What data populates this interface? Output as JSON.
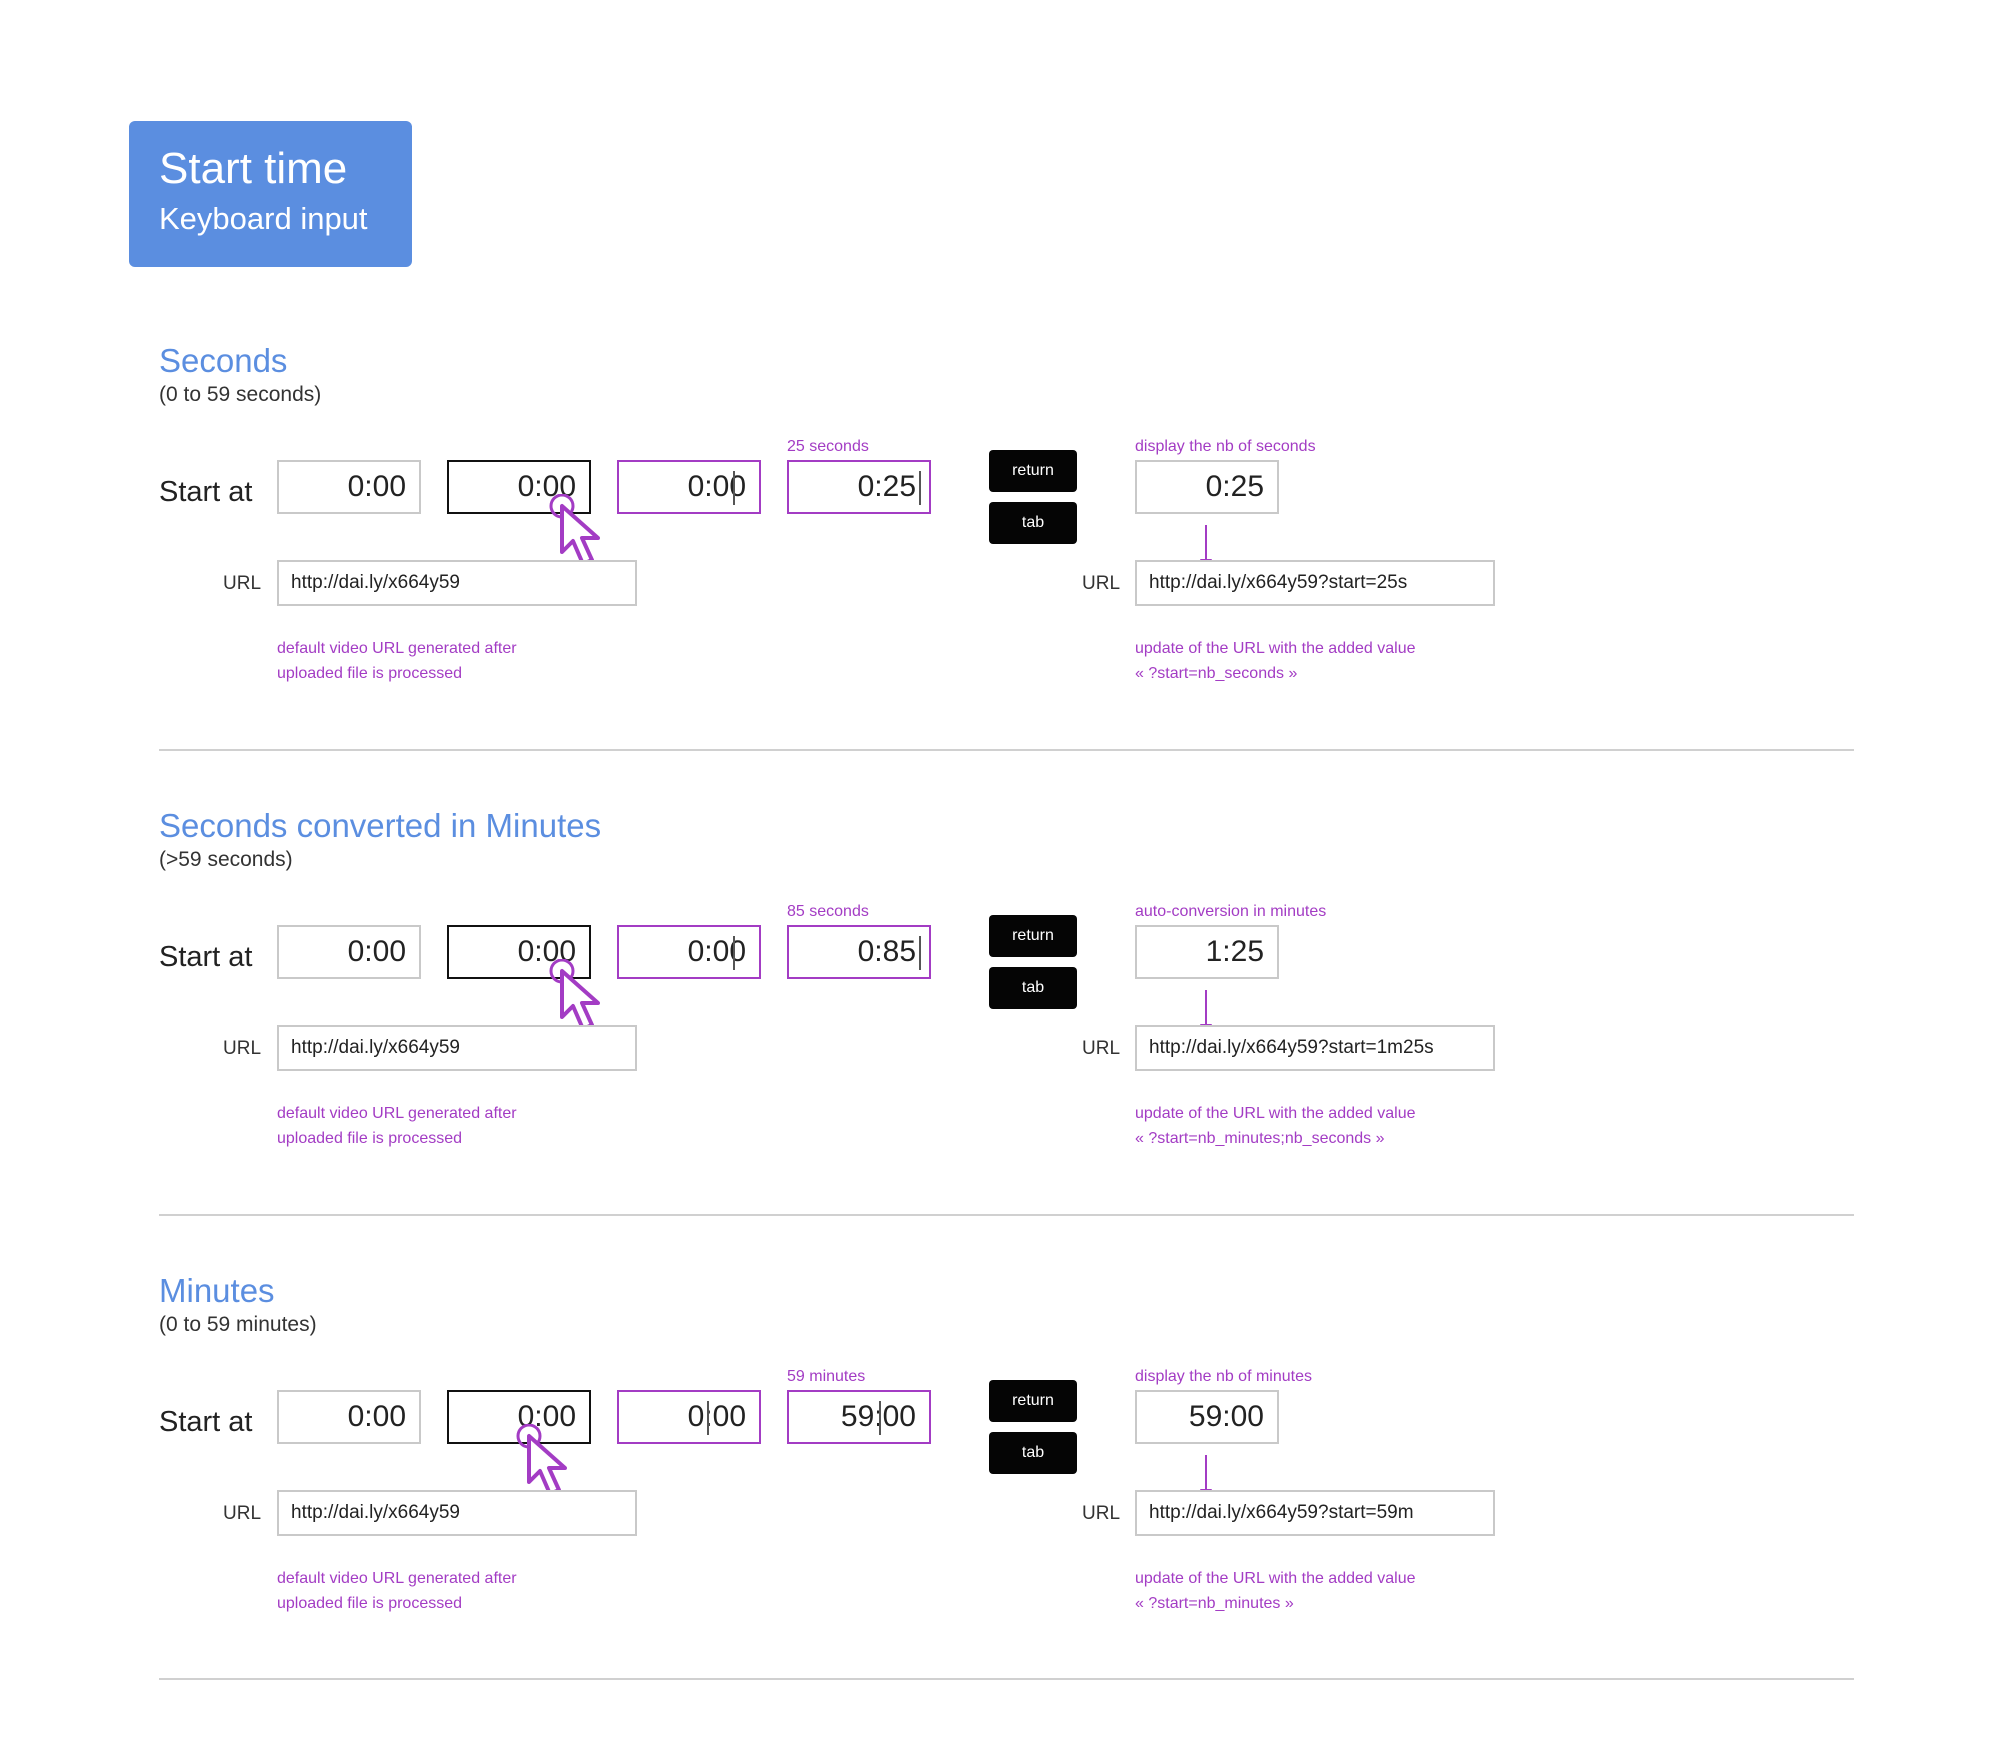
{
  "header": {
    "title": "Start time",
    "subtitle": "Keyboard input"
  },
  "sections": [
    {
      "title": "Seconds",
      "subtitle": "(0 to 59 seconds)",
      "start_label": "Start at",
      "steps": [
        "0:00",
        "0:00",
        "0:00",
        "0:25"
      ],
      "typed_annotation": "25 seconds",
      "keys": {
        "return": "return",
        "tab": "tab"
      },
      "result_annotation": "display the nb of seconds",
      "result_value": "0:25",
      "url_label": "URL",
      "url_default": "http://dai.ly/x664y59",
      "url_default_note": [
        "default video URL generated after",
        "uploaded file is processed"
      ],
      "url_result": "http://dai.ly/x664y59?start=25s",
      "url_result_note": [
        "update of the URL with the added value",
        "« ?start=nb_seconds »"
      ]
    },
    {
      "title": "Seconds converted in Minutes",
      "subtitle": "(>59 seconds)",
      "start_label": "Start at",
      "steps": [
        "0:00",
        "0:00",
        "0:00",
        "0:85"
      ],
      "typed_annotation": "85 seconds",
      "keys": {
        "return": "return",
        "tab": "tab"
      },
      "result_annotation": "auto-conversion in minutes",
      "result_value": "1:25",
      "url_label": "URL",
      "url_default": "http://dai.ly/x664y59",
      "url_default_note": [
        "default video URL generated after",
        "uploaded file is processed"
      ],
      "url_result": "http://dai.ly/x664y59?start=1m25s",
      "url_result_note": [
        "update of the URL with the added value",
        "« ?start=nb_minutes;nb_seconds »"
      ]
    },
    {
      "title": "Minutes",
      "subtitle": "(0 to 59 minutes)",
      "start_label": "Start at",
      "steps": [
        "0:00",
        "0:00",
        "0:00",
        "59:00"
      ],
      "typed_annotation": "59 minutes",
      "keys": {
        "return": "return",
        "tab": "tab"
      },
      "result_annotation": "display the nb of minutes",
      "result_value": "59:00",
      "url_label": "URL",
      "url_default": "http://dai.ly/x664y59",
      "url_default_note": [
        "default video URL generated after",
        "uploaded file is processed"
      ],
      "url_result": "http://dai.ly/x664y59?start=59m",
      "url_result_note": [
        "update of the URL with the added value",
        "« ?start=nb_minutes »"
      ]
    }
  ],
  "colors": {
    "accent_blue": "#5b8ee0",
    "annotation_purple": "#a33cc4",
    "key_black": "#050505"
  }
}
